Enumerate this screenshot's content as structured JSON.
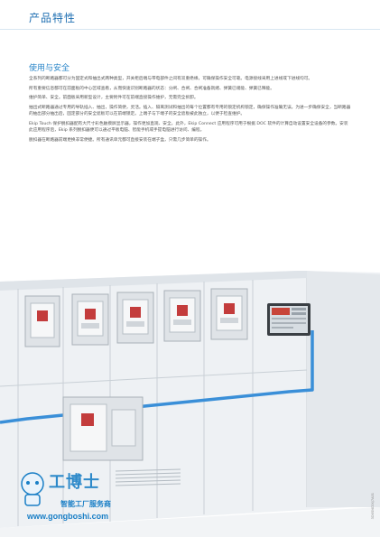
{
  "page": {
    "title": "产品特性"
  },
  "section": {
    "heading": "使用与安全",
    "paragraphs": [
      "全系列的断路器都可分为固定式和抽出式两种类型，开关柜后端与带电部件之间有双重绝缘，可确保操作安全可靠。电源接线采用上进线或下进线均可。",
      "所有重要信息都可在前面板的中心区域查看，从而快速识别断路器的状态：分闸、合闸、合闸准备就绪、弹簧已储能、弹簧已释能。",
      "维护简单、安全。前面板采用新型设计，主要附件可在前端直接操作维护，无需完全拆卸。",
      "抽出式断路器通过专用的导轨插入、抽出，操作简便，灵活。插入、隔离测试和抽出的每个位置都有专用的锁定机构锁定，确保操作准确无误。为进一步确保安全，当断路器的抽出部分抽出后，固定部分的安全遮板可以在前端锁定。上端子与下端子的安全遮板被此独立，以便于检查维护。",
      "Ekip Touch 保护脱扣器配有大尺寸彩色触摸屏显示器，操作更加直观、安全。此外，Ekip Connect 应用程序可用于根据 DOC 软件的计算自动设置安全设备的参数。安装此应用程序后，Ekip 系列脱扣器便可以通过平板电脑、智能手机或手提电脑进行访问、编程。",
      "脱扣器在断路器前端更换非常便捷。所有通讯单元都可直接安装在端子盒，只需几步简单的操作。"
    ]
  },
  "watermark": {
    "brand": "工博士",
    "subtitle": "智能工厂服务商",
    "url": "www.gongboshi.com"
  },
  "illustration": {
    "code": "3DXSNC0XJ7A01"
  }
}
